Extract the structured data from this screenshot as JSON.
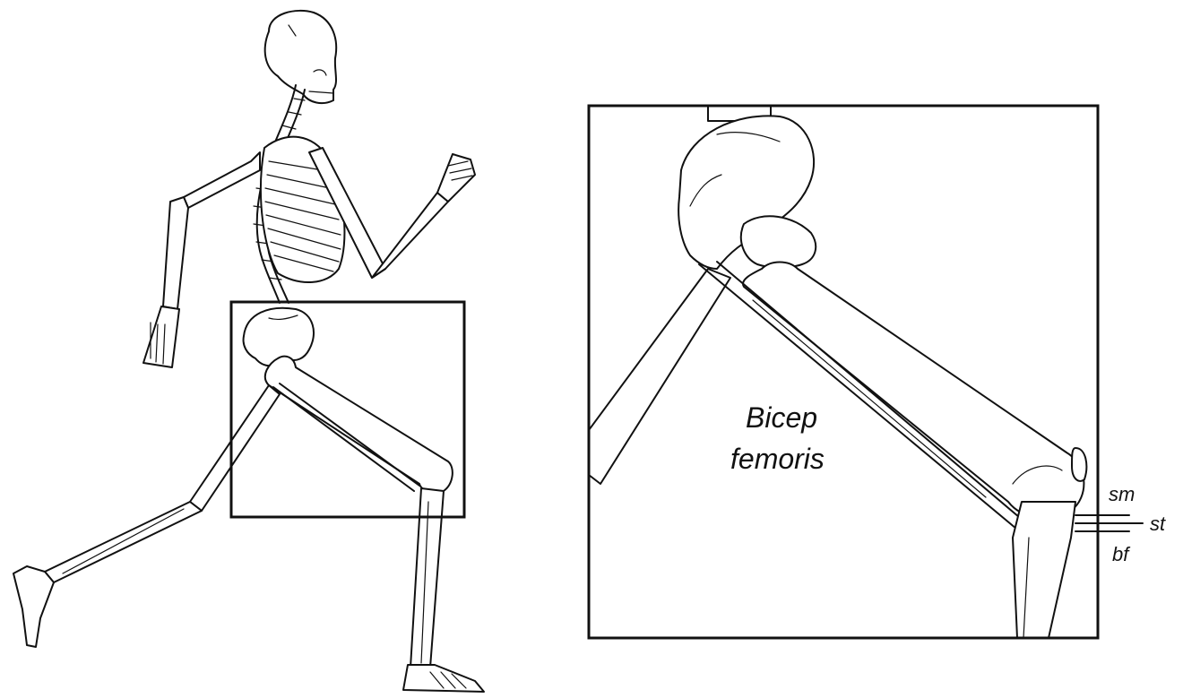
{
  "labels": {
    "muscle_name_line1": "Bicep",
    "muscle_name_line2": "femoris",
    "sm": "sm",
    "st": "st",
    "bf": "bf"
  }
}
